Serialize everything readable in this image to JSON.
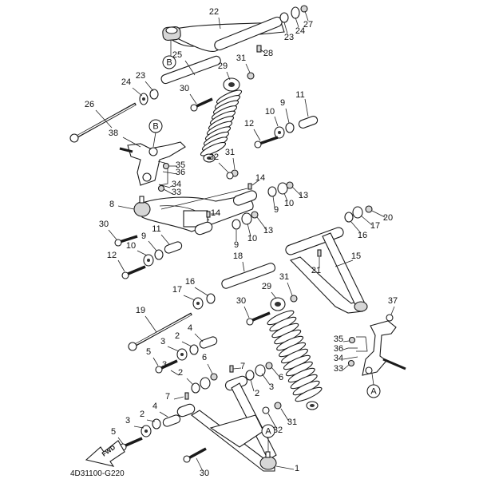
{
  "diagram": {
    "title": "Front suspension exploded parts diagram",
    "drawing_code": "4D31100-G220",
    "fwd_arrow_label": "FWD",
    "reference_markers": [
      {
        "id": "B-top",
        "letter": "B"
      },
      {
        "id": "B-knuckle",
        "letter": "B"
      },
      {
        "id": "A-knuckle",
        "letter": "A"
      },
      {
        "id": "A-lower",
        "letter": "A"
      }
    ],
    "callouts": [
      {
        "id": "c22",
        "num": "22"
      },
      {
        "id": "c23a",
        "num": "23"
      },
      {
        "id": "c24a",
        "num": "24"
      },
      {
        "id": "c27",
        "num": "27"
      },
      {
        "id": "c28",
        "num": "28"
      },
      {
        "id": "c25",
        "num": "25"
      },
      {
        "id": "c23b",
        "num": "23"
      },
      {
        "id": "c24b",
        "num": "24"
      },
      {
        "id": "c26",
        "num": "26"
      },
      {
        "id": "c29a",
        "num": "29"
      },
      {
        "id": "c31a",
        "num": "31"
      },
      {
        "id": "c30a",
        "num": "30"
      },
      {
        "id": "c11a",
        "num": "11"
      },
      {
        "id": "c9a",
        "num": "9"
      },
      {
        "id": "c10a",
        "num": "10"
      },
      {
        "id": "c12a",
        "num": "12"
      },
      {
        "id": "c38",
        "num": "38"
      },
      {
        "id": "c35a",
        "num": "35"
      },
      {
        "id": "c36a",
        "num": "36"
      },
      {
        "id": "c34a",
        "num": "34"
      },
      {
        "id": "c33a",
        "num": "33"
      },
      {
        "id": "c32a",
        "num": "32"
      },
      {
        "id": "c31b",
        "num": "31"
      },
      {
        "id": "c14a",
        "num": "14"
      },
      {
        "id": "c13a",
        "num": "13"
      },
      {
        "id": "c10b",
        "num": "10"
      },
      {
        "id": "c9b",
        "num": "9"
      },
      {
        "id": "c8",
        "num": "8"
      },
      {
        "id": "c14b",
        "num": "14"
      },
      {
        "id": "c13b",
        "num": "13"
      },
      {
        "id": "c10c",
        "num": "10"
      },
      {
        "id": "c9c",
        "num": "9"
      },
      {
        "id": "c30b",
        "num": "30"
      },
      {
        "id": "c11b",
        "num": "11"
      },
      {
        "id": "c9d",
        "num": "9"
      },
      {
        "id": "c10d",
        "num": "10"
      },
      {
        "id": "c12b",
        "num": "12"
      },
      {
        "id": "c20",
        "num": "20"
      },
      {
        "id": "c17a",
        "num": "17"
      },
      {
        "id": "c16a",
        "num": "16"
      },
      {
        "id": "c15",
        "num": "15"
      },
      {
        "id": "c21",
        "num": "21"
      },
      {
        "id": "c18",
        "num": "18"
      },
      {
        "id": "c16b",
        "num": "16"
      },
      {
        "id": "c17b",
        "num": "17"
      },
      {
        "id": "c29b",
        "num": "29"
      },
      {
        "id": "c31c",
        "num": "31"
      },
      {
        "id": "c30c",
        "num": "30"
      },
      {
        "id": "c37",
        "num": "37"
      },
      {
        "id": "c19",
        "num": "19"
      },
      {
        "id": "c4a",
        "num": "4"
      },
      {
        "id": "c2a",
        "num": "2"
      },
      {
        "id": "c3a",
        "num": "3"
      },
      {
        "id": "c5a",
        "num": "5"
      },
      {
        "id": "c3b",
        "num": "3"
      },
      {
        "id": "c6a",
        "num": "6"
      },
      {
        "id": "c2b",
        "num": "2"
      },
      {
        "id": "c7a",
        "num": "7"
      },
      {
        "id": "c6b",
        "num": "6"
      },
      {
        "id": "c3c",
        "num": "3"
      },
      {
        "id": "c2c",
        "num": "2"
      },
      {
        "id": "c7b",
        "num": "7"
      },
      {
        "id": "c35b",
        "num": "35"
      },
      {
        "id": "c36b",
        "num": "36"
      },
      {
        "id": "c34b",
        "num": "34"
      },
      {
        "id": "c33b",
        "num": "33"
      },
      {
        "id": "c4b",
        "num": "4"
      },
      {
        "id": "c2d",
        "num": "2"
      },
      {
        "id": "c3d",
        "num": "3"
      },
      {
        "id": "c5b",
        "num": "5"
      },
      {
        "id": "c31d",
        "num": "31"
      },
      {
        "id": "c32b",
        "num": "32"
      },
      {
        "id": "c30d",
        "num": "30"
      },
      {
        "id": "c1",
        "num": "1"
      }
    ]
  }
}
